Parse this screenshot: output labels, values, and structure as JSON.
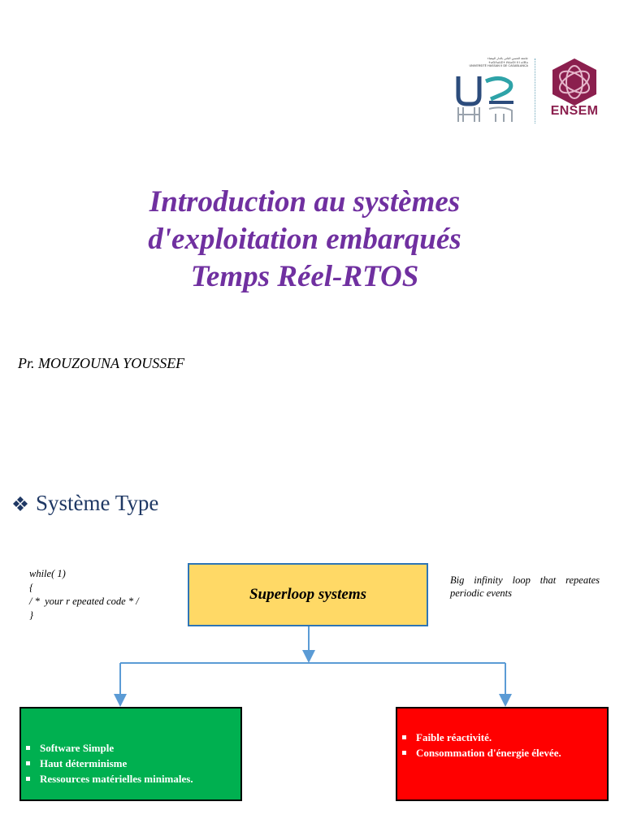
{
  "header": {
    "university_caption": [
      "جامعة الحسن الثاني بالدار البيضاء",
      "ⵜⴰⵙⴷⴰⵡⵉⵜ ⵍⵃⴰⵙⵏ II ⵏ ⴰⵏⴼⴰ",
      "UNIVERSITÉ HASSAN II DE CASABLANCA"
    ],
    "university_logo_letters": "UH2C",
    "school_name": "ENSEM"
  },
  "title": {
    "lines": [
      "Introduction au systèmes",
      "d'exploitation embarqués",
      "Temps Réel-RTOS"
    ]
  },
  "author": "Pr. MOUZOUNA YOUSSEF",
  "section": {
    "heading": "Système Type",
    "bullet_icon": "diamond-bullet-icon"
  },
  "code_snippet": [
    "while( 1)",
    "{",
    "/ *  your r epeated code * /",
    "}"
  ],
  "note": "Big infinity loop that repeates periodic events",
  "diagram": {
    "root_label": "Superloop systems",
    "advantages": [
      "Software Simple",
      "Haut déterminisme",
      "Ressources matérielles minimales."
    ],
    "disadvantages": [
      "Faible réactivité.",
      "Consommation d'énergie élevée."
    ]
  },
  "colors": {
    "title": "#7030a0",
    "heading": "#1f3864",
    "root_box": "#ffd966",
    "connector": "#5b9bd5",
    "advantages_box": "#00b050",
    "disadvantages_box": "#ff0000",
    "ensem_brand": "#8b1f4e"
  }
}
